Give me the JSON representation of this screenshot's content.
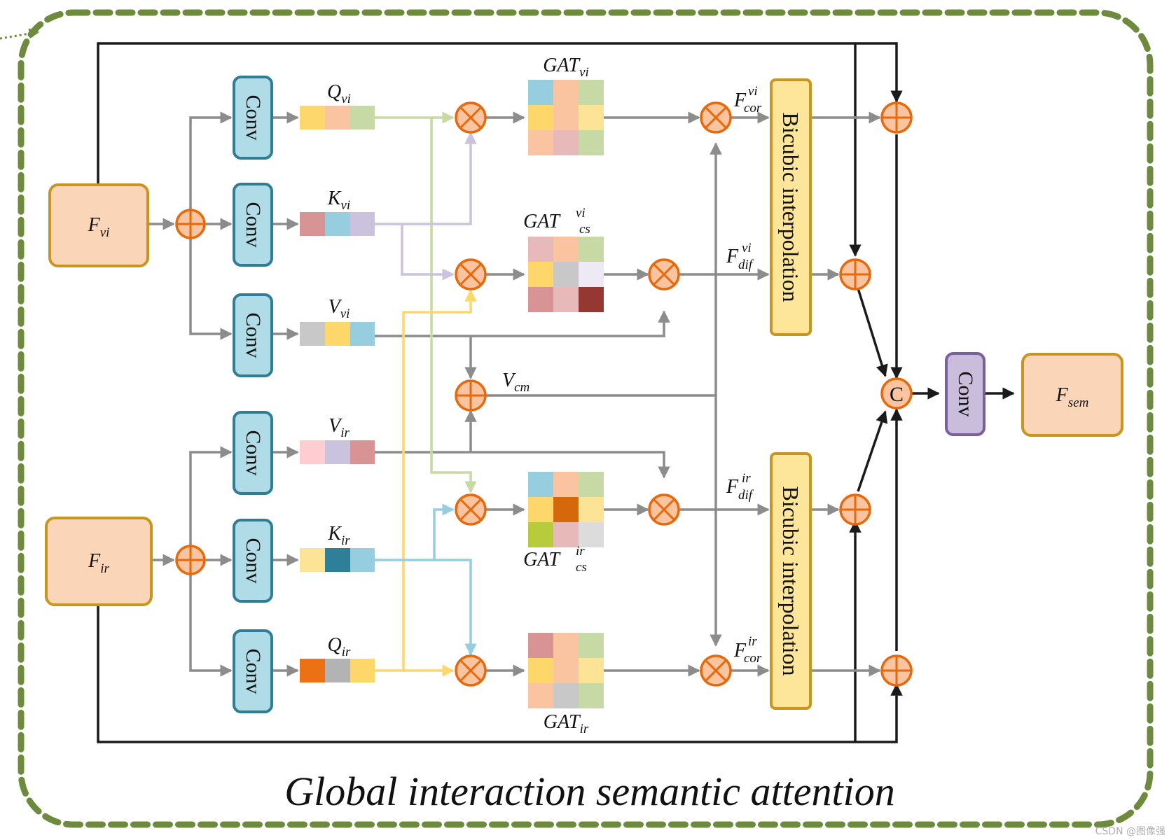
{
  "title": "Global interaction semantic attention",
  "watermark": "CSDN @图像强",
  "conv_label": "Conv",
  "bicubic_label": "Bicubic interpolation",
  "concat_label": "C",
  "inputs": {
    "vi": {
      "main": "F",
      "sub": "vi"
    },
    "ir": {
      "main": "F",
      "sub": "ir"
    }
  },
  "output": {
    "main": "F",
    "sub": "sem"
  },
  "vectors": {
    "q_vi": {
      "main": "Q",
      "sub": "vi",
      "colors": [
        "#FDD76A",
        "#F9C49F",
        "#C7D9A4"
      ]
    },
    "k_vi": {
      "main": "K",
      "sub": "vi",
      "colors": [
        "#D89495",
        "#96CEDF",
        "#CBC3DE"
      ]
    },
    "v_vi": {
      "main": "V",
      "sub": "vi",
      "colors": [
        "#C8C8C8",
        "#FDD76A",
        "#96CEDF"
      ]
    },
    "v_ir": {
      "main": "V",
      "sub": "ir",
      "colors": [
        "#FDCDD2",
        "#CBC3DE",
        "#D89495"
      ]
    },
    "k_ir": {
      "main": "K",
      "sub": "ir",
      "colors": [
        "#FDE396",
        "#2E7F98",
        "#96CEDF"
      ]
    },
    "q_ir": {
      "main": "Q",
      "sub": "ir",
      "colors": [
        "#EC7014",
        "#B3B3B3",
        "#FDD76A"
      ]
    }
  },
  "v_cm": {
    "main": "V",
    "sub": "cm"
  },
  "grids": {
    "gat_vi": {
      "main": "GAT",
      "sub": "vi",
      "sup": "",
      "colors": [
        "#96CEDF",
        "#F9C49F",
        "#C7D9A4",
        "#FDD76A",
        "#F9C49F",
        "#FDE396",
        "#F9C49F",
        "#E8B9B9",
        "#C7D9A4"
      ]
    },
    "gat_cs_vi": {
      "main": "GAT",
      "sub": "cs",
      "sup": "vi",
      "colors": [
        "#E8B9B9",
        "#F9C49F",
        "#C7D9A4",
        "#FDD76A",
        "#C8C8C8",
        "#EEEAF3",
        "#D89495",
        "#E8B9B9",
        "#943831"
      ]
    },
    "gat_cs_ir": {
      "main": "GAT",
      "sub": "cs",
      "sup": "ir",
      "colors": [
        "#96CEDF",
        "#F9C49F",
        "#C7D9A4",
        "#FDD76A",
        "#D4680A",
        "#FDE396",
        "#B8CB3A",
        "#E8B9B9",
        "#DCDCDC"
      ]
    },
    "gat_ir": {
      "main": "GAT",
      "sub": "ir",
      "sup": "",
      "colors": [
        "#D89495",
        "#F9C49F",
        "#C7D9A4",
        "#FDD76A",
        "#F9C49F",
        "#FDE396",
        "#F9C49F",
        "#C8C8C8",
        "#C7D9A4"
      ]
    }
  },
  "features": {
    "f_cor_vi": {
      "main": "F",
      "sub": "cor",
      "sup": "vi"
    },
    "f_dif_vi": {
      "main": "F",
      "sub": "dif",
      "sup": "vi"
    },
    "f_dif_ir": {
      "main": "F",
      "sub": "dif",
      "sup": "ir"
    },
    "f_cor_ir": {
      "main": "F",
      "sub": "cor",
      "sup": "ir"
    }
  },
  "colors": {
    "dashed_border": "#6E8B3D",
    "input_fill": "#FAD5B7",
    "input_stroke": "#C8961E",
    "conv_fill": "#B0DCE8",
    "conv_stroke": "#2F7E96",
    "conv_out_fill": "#C9BDDB",
    "conv_out_stroke": "#7A5FA0",
    "bicubic_fill": "#FDE69A",
    "bicubic_stroke": "#C8961E",
    "op_fill": "#F9C49F",
    "op_stroke": "#E8690C",
    "arrow_gray": "#8C8C8C",
    "arrow_black": "#1A1A1A",
    "arrow_green": "#C7D9A4",
    "arrow_purple": "#CBC3DE",
    "arrow_yellow": "#FDD76A",
    "arrow_blue": "#96CEDF"
  }
}
